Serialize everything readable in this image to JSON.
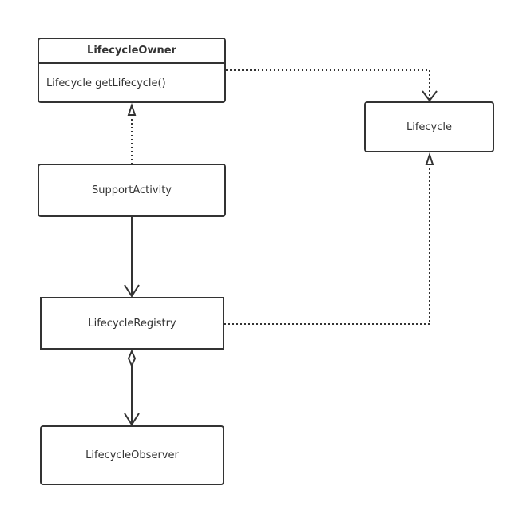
{
  "diagram": {
    "lifecycle_owner": {
      "title": "LifecycleOwner",
      "member": "Lifecycle getLifecycle()"
    },
    "lifecycle": {
      "label": "Lifecycle"
    },
    "support_activity": {
      "label": "SupportActivity"
    },
    "lifecycle_registry": {
      "label": "LifecycleRegistry"
    },
    "lifecycle_observer": {
      "label": "LifecycleObserver"
    }
  },
  "colors": {
    "stroke": "#333333",
    "background": "#ffffff"
  }
}
